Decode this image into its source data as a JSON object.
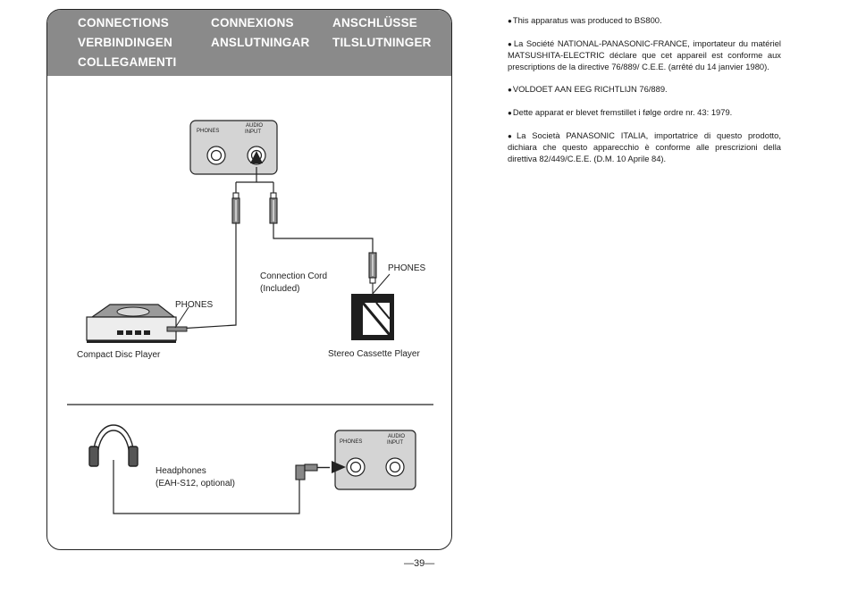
{
  "header": {
    "col1": [
      "CONNECTIONS",
      "VERBINDINGEN",
      "COLLEGAMENTI"
    ],
    "col2": [
      "CONNEXIONS",
      "ANSLUTNINGAR"
    ],
    "col3": [
      "ANSCHLÜSSE",
      "TILSLUTNINGER"
    ]
  },
  "top_diagram": {
    "jack_panel": {
      "phones_label": "PHONES",
      "audio_input_label": [
        "AUDIO",
        "INPUT"
      ]
    },
    "cord_label": [
      "Connection Cord",
      "(Included)"
    ],
    "phones_right": "PHONES",
    "phones_left": "PHONES",
    "cd_player_label": "Compact Disc Player",
    "cassette_player_label": "Stereo Cassette Player"
  },
  "bottom_diagram": {
    "headphones_label": [
      "Headphones",
      "(EAH-S12, optional)"
    ],
    "jack_panel": {
      "phones_label": "PHONES",
      "audio_input_label": [
        "AUDIO",
        "INPUT"
      ]
    }
  },
  "page_number": "—39—",
  "notes": [
    "This apparatus was produced to BS800.",
    "La Société NATIONAL-PANASONIC-FRANCE, importateur du matériel MATSUSHITA-ELECTRIC déclare que cet appareil est conforme aux prescriptions de la directive 76/889/ C.E.E. (arrêté du 14 janvier 1980).",
    "VOLDOET AAN EEG RICHTLIJN 76/889.",
    "Dette apparat er blevet fremstillet i følge ordre nr. 43: 1979.",
    "La Società PANASONIC ITALIA, importatrice di questo prodotto, dichiara che questo apparecchio è conforme alle prescrizioni della direttiva 82/449/C.E.E. (D.M. 10 Aprile 84)."
  ]
}
